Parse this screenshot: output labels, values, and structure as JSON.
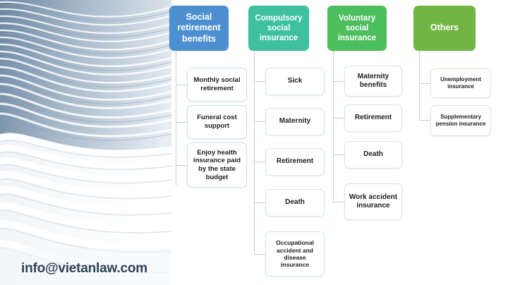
{
  "watermark": {
    "email": "info@vietanlaw.com"
  },
  "background": {
    "art_name": "wavy-ribbon-texture",
    "colors": {
      "dark": "#7d93ac",
      "mid": "#b9c6d4",
      "light": "#f4f7fa"
    }
  },
  "diagram": {
    "type": "tree-columns",
    "connector_color": "#c9cfc8",
    "columns": [
      {
        "id": "social-retirement-benefits",
        "header": "Social retirement benefits",
        "color": "#4b8fd0",
        "border": "#cfe0ef",
        "items": [
          "Monthly social retirement",
          "Funeral cost support",
          "Enjoy health insurance paid by the state budget"
        ]
      },
      {
        "id": "compulsory-social-insurance",
        "header": "Compulsory social insurance",
        "color": "#3fc1a0",
        "border": "#d4e7e2",
        "items": [
          "Sick",
          "Maternity",
          "Retirement",
          "Death",
          "Occupational accident and disease insurance"
        ]
      },
      {
        "id": "voluntary-social-insurance",
        "header": "Voluntary social insurance",
        "color": "#4dbe5e",
        "border": "#d7e8d8",
        "items": [
          "Maternity benefits",
          "Retirement",
          "Death",
          "Work accident insurance"
        ]
      },
      {
        "id": "others",
        "header": "Others",
        "color": "#72b544",
        "border": "#dde7d3",
        "items": [
          "Unemployment insurance",
          "Supplementary pension insurance"
        ]
      }
    ]
  }
}
